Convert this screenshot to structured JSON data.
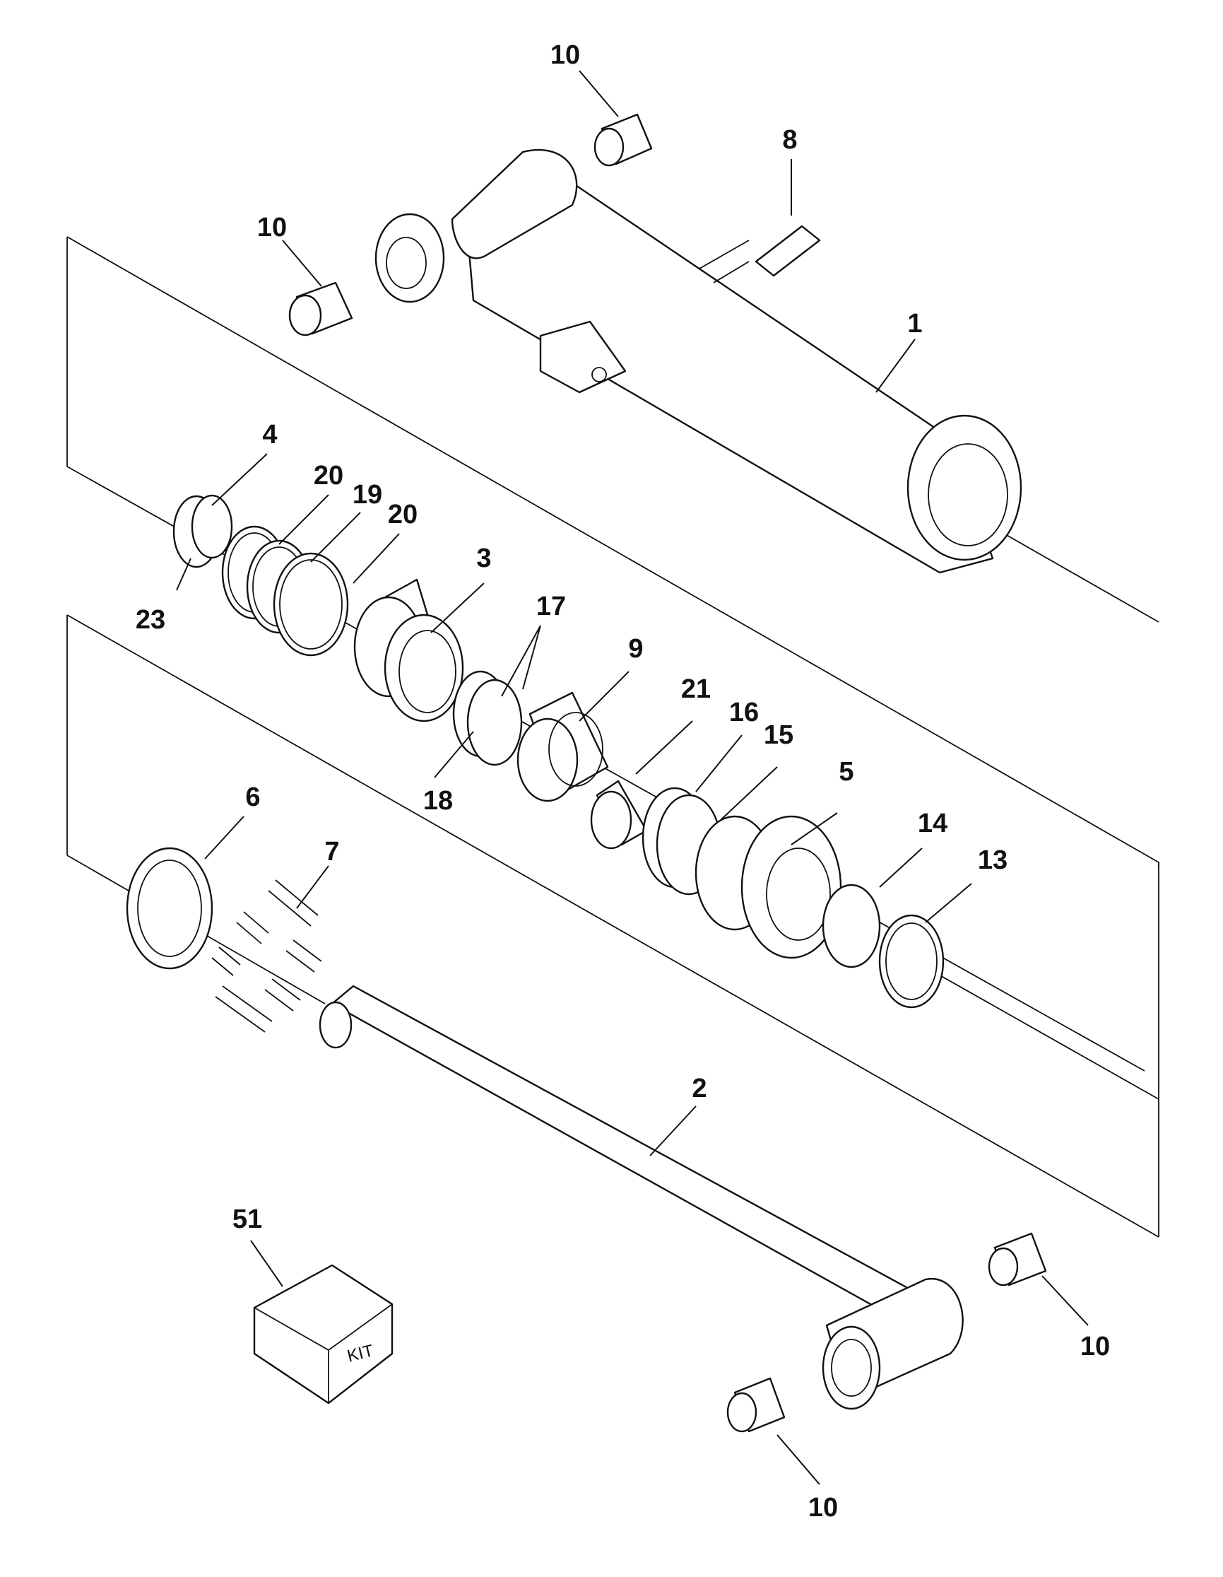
{
  "diagram": {
    "title": "",
    "kit_label": "KIT",
    "callouts": [
      {
        "id": "c1",
        "label": "10",
        "part": "bushing"
      },
      {
        "id": "c2",
        "label": "8",
        "part": "grease-fitting"
      },
      {
        "id": "c3",
        "label": "10",
        "part": "bushing"
      },
      {
        "id": "c4",
        "label": "1",
        "part": "cylinder-barrel"
      },
      {
        "id": "c5",
        "label": "4",
        "part": "piston-nut"
      },
      {
        "id": "c6",
        "label": "20",
        "part": "wear-ring"
      },
      {
        "id": "c7",
        "label": "19",
        "part": "piston-seal"
      },
      {
        "id": "c8",
        "label": "20",
        "part": "wear-ring"
      },
      {
        "id": "c9",
        "label": "23",
        "part": "set-screw"
      },
      {
        "id": "c10",
        "label": "3",
        "part": "piston"
      },
      {
        "id": "c11",
        "label": "17",
        "part": "backup-ring"
      },
      {
        "id": "c12",
        "label": "9",
        "part": "spacer"
      },
      {
        "id": "c13",
        "label": "18",
        "part": "o-ring"
      },
      {
        "id": "c14",
        "label": "21",
        "part": "bushing"
      },
      {
        "id": "c15",
        "label": "16",
        "part": "backup-ring"
      },
      {
        "id": "c16",
        "label": "15",
        "part": "o-ring"
      },
      {
        "id": "c17",
        "label": "5",
        "part": "gland"
      },
      {
        "id": "c18",
        "label": "14",
        "part": "rod-seal"
      },
      {
        "id": "c19",
        "label": "13",
        "part": "wiper"
      },
      {
        "id": "c20",
        "label": "6",
        "part": "shim"
      },
      {
        "id": "c21",
        "label": "7",
        "part": "cap-screw"
      },
      {
        "id": "c22",
        "label": "2",
        "part": "piston-rod"
      },
      {
        "id": "c23",
        "label": "51",
        "part": "seal-kit"
      },
      {
        "id": "c24",
        "label": "10",
        "part": "bushing"
      },
      {
        "id": "c25",
        "label": "10",
        "part": "bushing"
      }
    ]
  }
}
